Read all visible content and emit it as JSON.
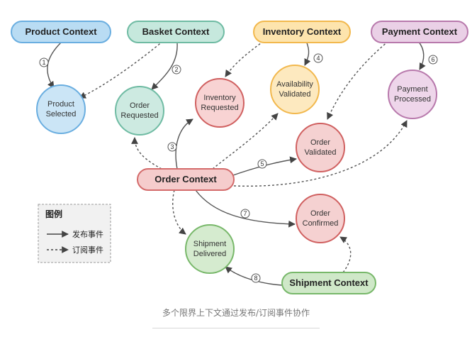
{
  "contexts": {
    "product": {
      "label": "Product Context",
      "fill": "#b9dcf3",
      "stroke": "#6aaee0"
    },
    "basket": {
      "label": "Basket Context",
      "fill": "#c6e8dd",
      "stroke": "#6fbba3"
    },
    "inventory": {
      "label": "Inventory Context",
      "fill": "#fde4ad",
      "stroke": "#f2b84d"
    },
    "payment": {
      "label": "Payment Context",
      "fill": "#ead0e6",
      "stroke": "#b879ac"
    },
    "order": {
      "label": "Order Context",
      "fill": "#f5cccc",
      "stroke": "#d46b6b"
    },
    "shipment": {
      "label": "Shipment Context",
      "fill": "#cfe8c8",
      "stroke": "#78b86a"
    }
  },
  "events": {
    "product_selected": {
      "lines": [
        "Product",
        "Selected"
      ],
      "fill": "#cbe5f6",
      "stroke": "#6aaee0"
    },
    "order_requested": {
      "lines": [
        "Order",
        "Requested"
      ],
      "fill": "#cdeae1",
      "stroke": "#6fbba3"
    },
    "inventory_requested": {
      "lines": [
        "Inventory",
        "Requested"
      ],
      "fill": "#f8d3d3",
      "stroke": "#d06060"
    },
    "availability_validated": {
      "lines": [
        "Availability",
        "Validated"
      ],
      "fill": "#fde9bf",
      "stroke": "#f2b84d"
    },
    "payment_processed": {
      "lines": [
        "Payment",
        "Processed"
      ],
      "fill": "#eed6ea",
      "stroke": "#b879ac"
    },
    "order_validated": {
      "lines": [
        "Order",
        "Validated"
      ],
      "fill": "#f5d1d1",
      "stroke": "#d06060"
    },
    "order_confirmed": {
      "lines": [
        "Order",
        "Confirmed"
      ],
      "fill": "#f5d1d1",
      "stroke": "#d06060"
    },
    "shipment_delivered": {
      "lines": [
        "Shipment",
        "Delivered"
      ],
      "fill": "#d5ebcf",
      "stroke": "#78b86a"
    }
  },
  "steps": [
    "1",
    "2",
    "3",
    "4",
    "5",
    "6",
    "7",
    "8"
  ],
  "legend": {
    "title": "图例",
    "publish": "发布事件",
    "subscribe": "订阅事件"
  },
  "caption": "多个限界上下文通过发布/订阅事件协作",
  "colors": {
    "arrow": "#444444",
    "legend_border": "#999999",
    "legend_fill": "#f1f1f1"
  }
}
